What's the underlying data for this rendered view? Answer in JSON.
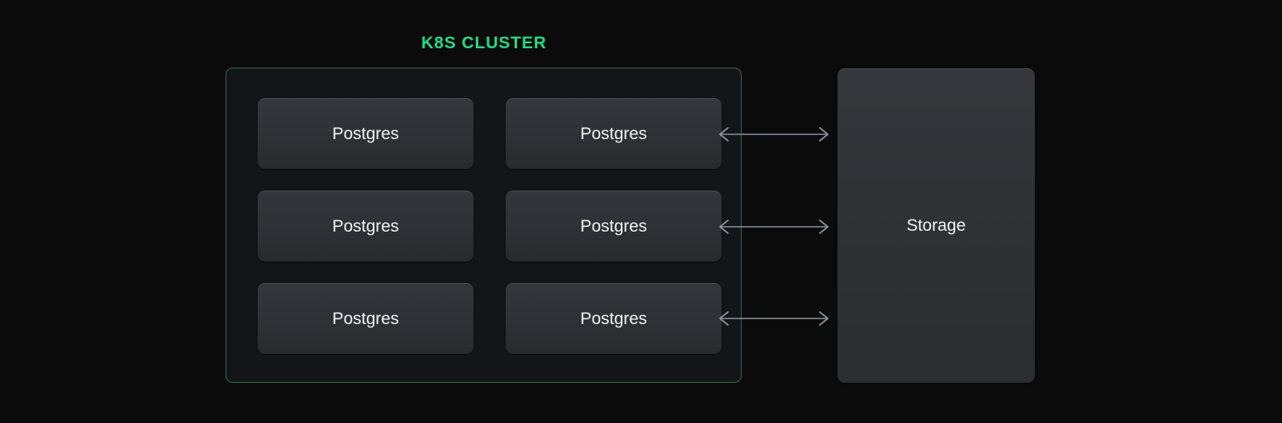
{
  "diagram": {
    "background_color": "#0b0b0c",
    "accent_color": "#22dd81",
    "cluster": {
      "title": "K8S CLUSTER",
      "border_color": "#2e6b4d",
      "fill_color": "#141518",
      "nodes": [
        {
          "label": "Postgres"
        },
        {
          "label": "Postgres"
        },
        {
          "label": "Postgres"
        },
        {
          "label": "Postgres"
        },
        {
          "label": "Postgres"
        },
        {
          "label": "Postgres"
        }
      ]
    },
    "storage": {
      "label": "Storage",
      "fill_color": "#303236"
    },
    "connectors": [
      {
        "name": "bidirectional-arrow",
        "glyph": "↔",
        "color": "#8a939c"
      },
      {
        "name": "bidirectional-arrow",
        "glyph": "↔",
        "color": "#8a939c"
      },
      {
        "name": "bidirectional-arrow",
        "glyph": "↔",
        "color": "#8a939c"
      }
    ]
  }
}
